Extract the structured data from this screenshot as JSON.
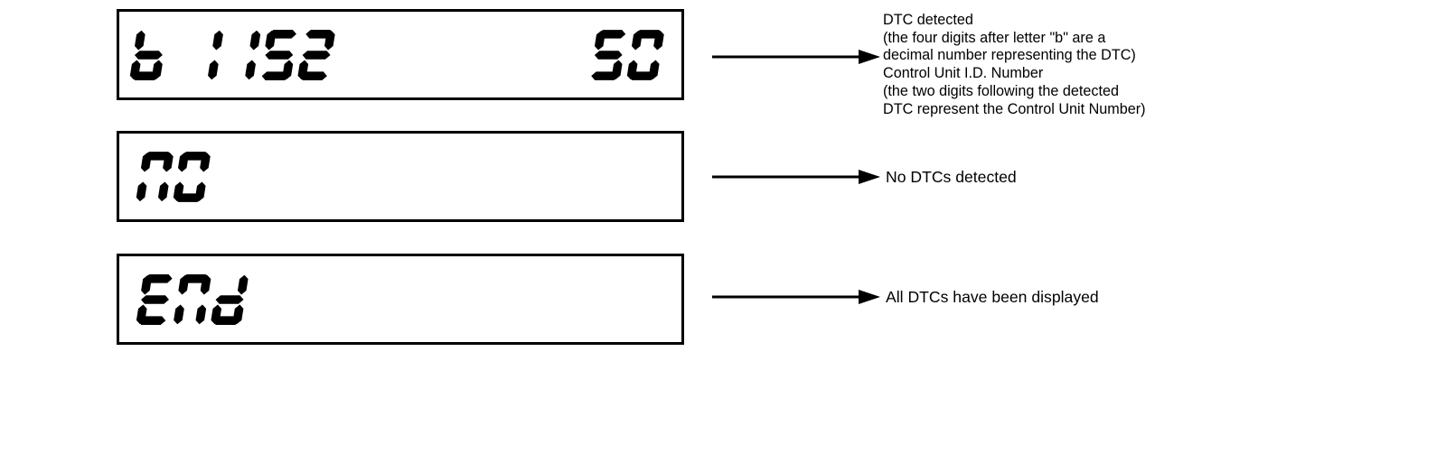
{
  "colors": {
    "background": "#ffffff",
    "ink": "#000000"
  },
  "rows": [
    {
      "lcd_left": "b 1152",
      "lcd_right": "50",
      "annotation_lines": [
        "DTC detected",
        "(the four digits after letter \"b\" are a",
        "decimal number representing the DTC)",
        "Control Unit I.D. Number",
        "(the two digits following the detected",
        "DTC represent the Control Unit Number)"
      ]
    },
    {
      "lcd_left": "no",
      "lcd_right": "",
      "annotation_lines": [
        "No DTCs detected"
      ]
    },
    {
      "lcd_left": "End",
      "lcd_right": "",
      "annotation_lines": [
        "All DTCs have been displayed"
      ]
    }
  ]
}
